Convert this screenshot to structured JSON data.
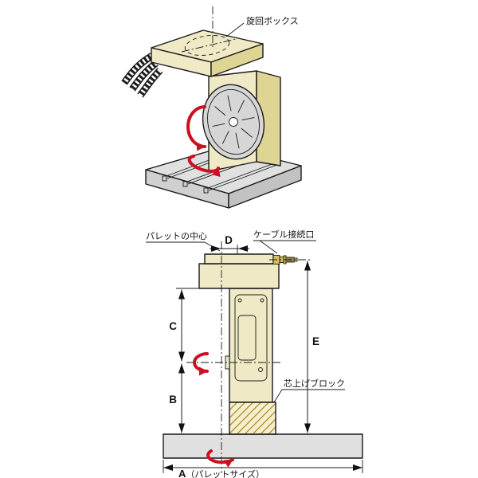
{
  "colors": {
    "line": "#1a1a1a",
    "cream": "#efe9c5",
    "cream_dark": "#ded493",
    "gray_light": "#e0e0e0",
    "gray_mid": "#d0d0d0",
    "gray_dark": "#c2c2c2",
    "plate_gray": "#d6d6d6",
    "gold": "#d8bd5a",
    "hatch_gold": "#a8861c",
    "hatch_bg": "#f6efcf",
    "red": "#cc1021"
  },
  "top_view": {
    "swivel_box_label": "旋回ボックス"
  },
  "side_view": {
    "pallet_center_label": "パレットの中心",
    "cable_port_label": "ケーブル接続口",
    "lift_block_label": "芯上げブロック",
    "dims": {
      "A_letter": "A",
      "A_suffix": "（パレットサイズ）",
      "B": "B",
      "C": "C",
      "D": "D",
      "E": "E"
    }
  }
}
